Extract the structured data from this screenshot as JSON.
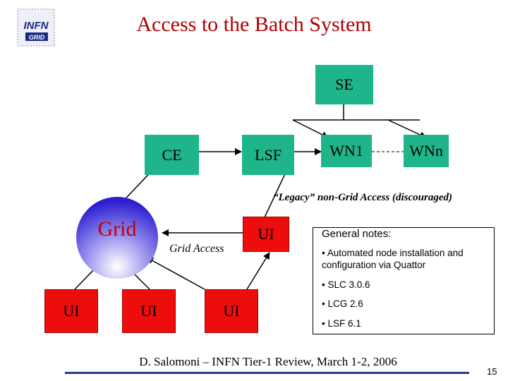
{
  "title": "Access to the Batch System",
  "logo": {
    "text_top": "INFN",
    "text_bottom": "GRID"
  },
  "nodes": {
    "se": "SE",
    "ce": "CE",
    "lsf": "LSF",
    "wn1": "WN1",
    "wnn": "WNn",
    "grid": "Grid",
    "ui_center": "UI",
    "ui_1": "UI",
    "ui_2": "UI",
    "ui_3": "UI"
  },
  "labels": {
    "legacy": "“Legacy” non-Grid Access (discouraged)",
    "grid_access": "Grid Access"
  },
  "notes": {
    "heading": "General notes:",
    "items": [
      "• Automated node installation and",
      "configuration via Quattor",
      "• SLC 3.0.6",
      "• LCG 2.6",
      "• LSF 6.1"
    ]
  },
  "footer": "D. Salomoni – INFN Tier-1 Review, March 1-2, 2006",
  "page_number": "15",
  "colors": {
    "green": "#1fb58a",
    "red": "#ee0d0d",
    "title": "#b00000",
    "grid": "#3a2fd6"
  }
}
